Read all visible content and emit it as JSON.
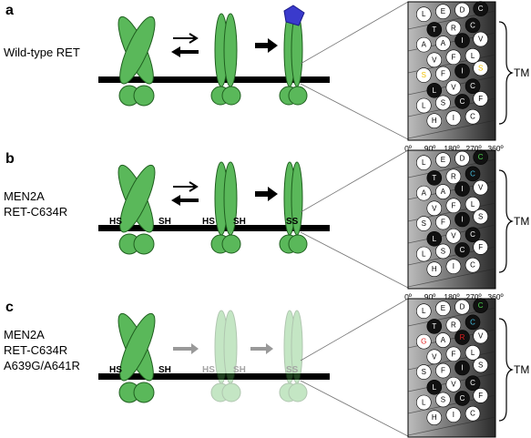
{
  "panels": [
    {
      "letter": "a",
      "labels": [
        "Wild-type RET"
      ],
      "faded": false,
      "ss_monomer": "",
      "ss_dimer": "",
      "glyph_c": "#ffffff",
      "glyph_r": "#ffffff",
      "glyph_g": "#ffffff",
      "glyph_r2": "#ffffff",
      "ss_glyph": "#f0c000",
      "ligand": true,
      "residues": [
        "L",
        "E",
        "D",
        "C",
        "T",
        "R",
        "C",
        "A",
        "A",
        "I",
        "V",
        "V",
        "F",
        "L",
        "S",
        "F",
        "I",
        "S",
        "L",
        "V",
        "C",
        "L",
        "S",
        "C",
        "F",
        "H",
        "I",
        "C"
      ]
    },
    {
      "letter": "b",
      "labels": [
        "MEN2A",
        "RET-C634R"
      ],
      "faded": false,
      "ss_monomer": "HS",
      "ss_monomer_r": "SH",
      "ss_dimer": "SS",
      "glyph_c": "#4cd44c",
      "glyph_r": "#44bbdd",
      "glyph_g": "#ffffff",
      "glyph_r2": "#ffffff",
      "ss_glyph": "#ffffff",
      "ligand": false,
      "residues": [
        "L",
        "E",
        "D",
        "C",
        "T",
        "R",
        "C",
        "A",
        "A",
        "I",
        "V",
        "V",
        "F",
        "L",
        "S",
        "F",
        "I",
        "S",
        "L",
        "V",
        "C",
        "L",
        "S",
        "C",
        "F",
        "H",
        "I",
        "C"
      ]
    },
    {
      "letter": "c",
      "labels": [
        "MEN2A",
        "RET-C634R",
        "A639G/A641R"
      ],
      "faded": true,
      "ss_monomer": "HS",
      "ss_monomer_r": "SH",
      "ss_dimer": "SS",
      "glyph_c": "#4cd44c",
      "glyph_r": "#44bbdd",
      "glyph_g": "#e02020",
      "glyph_r2": "#e02020",
      "ss_glyph": "#ffffff",
      "ligand": false,
      "residues": [
        "L",
        "E",
        "D",
        "C",
        "T",
        "R",
        "C",
        "G",
        "A",
        "R",
        "V",
        "V",
        "F",
        "L",
        "S",
        "F",
        "I",
        "S",
        "L",
        "V",
        "C",
        "L",
        "S",
        "C",
        "F",
        "H",
        "I",
        "C"
      ]
    }
  ],
  "wheel_axis": [
    "0º",
    "90º",
    "180º",
    "270º",
    "360º"
  ],
  "tm_label": "TM"
}
